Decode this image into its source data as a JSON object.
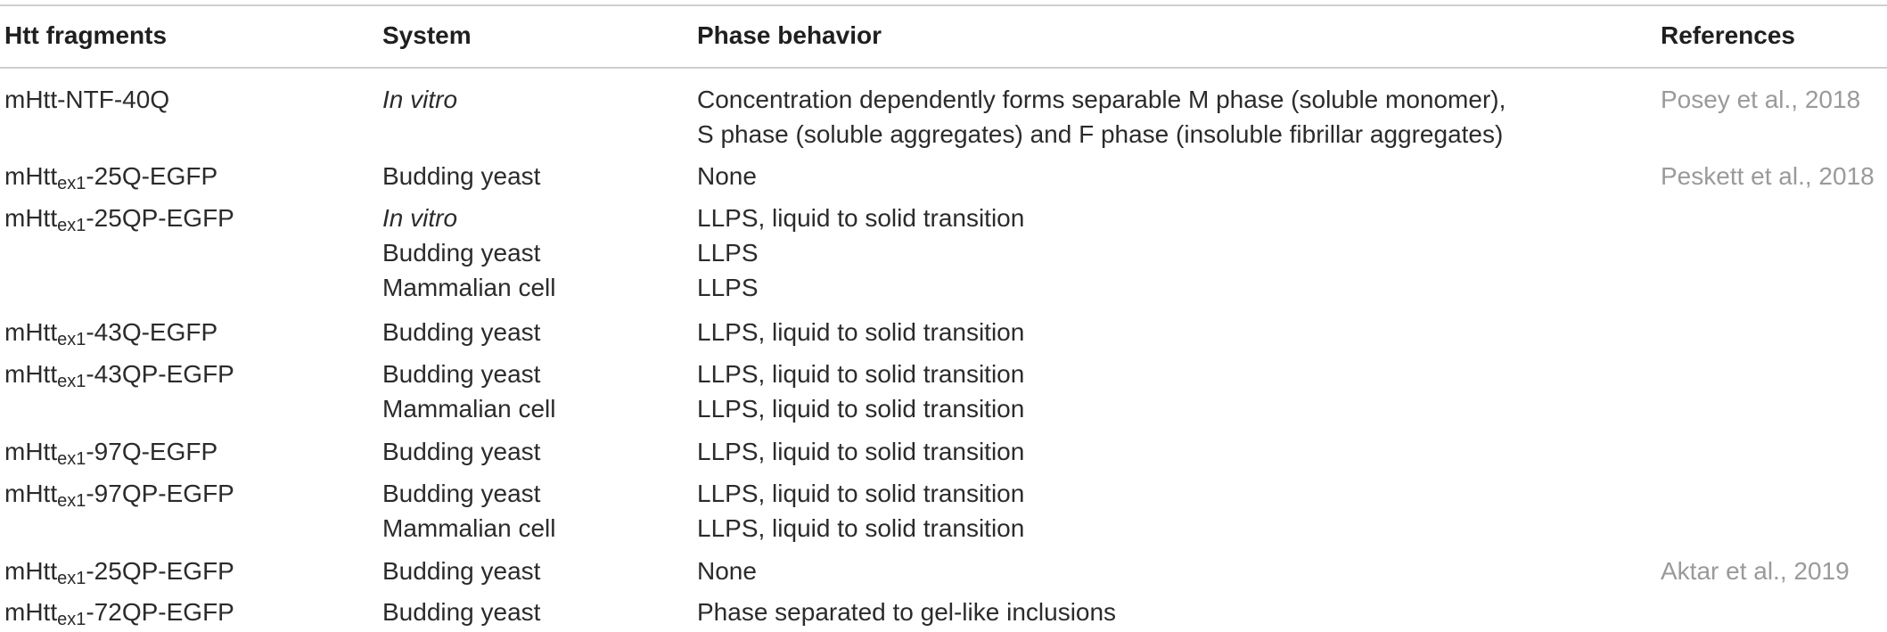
{
  "columns": {
    "fragment": "Htt fragments",
    "system": "System",
    "phase": "Phase behavior",
    "references": "References"
  },
  "rows": [
    {
      "frag_prefix": "mHtt-NTF-40Q",
      "frag_sub": "",
      "frag_suffix": "",
      "systems": [
        "In vitro"
      ],
      "systems_italic": [
        true
      ],
      "phases": [
        "Concentration dependently forms separable M phase (soluble monomer),",
        "S phase (soluble aggregates) and F phase (insoluble fibrillar aggregates)"
      ],
      "reference": "Posey et al., 2018"
    },
    {
      "frag_prefix": "mHtt",
      "frag_sub": "ex1",
      "frag_suffix": "-25Q-EGFP",
      "systems": [
        "Budding yeast"
      ],
      "systems_italic": [
        false
      ],
      "phases": [
        "None"
      ],
      "reference": "Peskett et al., 2018"
    },
    {
      "frag_prefix": "mHtt",
      "frag_sub": "ex1",
      "frag_suffix": "-25QP-EGFP",
      "systems": [
        "In vitro",
        "Budding yeast",
        "Mammalian cell"
      ],
      "systems_italic": [
        true,
        false,
        false
      ],
      "phases": [
        "LLPS, liquid to solid transition",
        "LLPS",
        "LLPS"
      ],
      "reference": ""
    },
    {
      "frag_prefix": "mHtt",
      "frag_sub": "ex1",
      "frag_suffix": "-43Q-EGFP",
      "systems": [
        "Budding yeast"
      ],
      "systems_italic": [
        false
      ],
      "phases": [
        "LLPS, liquid to solid transition"
      ],
      "reference": ""
    },
    {
      "frag_prefix": "mHtt",
      "frag_sub": "ex1",
      "frag_suffix": "-43QP-EGFP",
      "systems": [
        "Budding yeast",
        "Mammalian cell"
      ],
      "systems_italic": [
        false,
        false
      ],
      "phases": [
        "LLPS, liquid to solid transition",
        "LLPS, liquid to solid transition"
      ],
      "reference": ""
    },
    {
      "frag_prefix": "mHtt",
      "frag_sub": "ex1",
      "frag_suffix": "-97Q-EGFP",
      "systems": [
        "Budding yeast"
      ],
      "systems_italic": [
        false
      ],
      "phases": [
        "LLPS, liquid to solid transition"
      ],
      "reference": ""
    },
    {
      "frag_prefix": "mHtt",
      "frag_sub": "ex1",
      "frag_suffix": "-97QP-EGFP",
      "systems": [
        "Budding yeast",
        "Mammalian cell"
      ],
      "systems_italic": [
        false,
        false
      ],
      "phases": [
        "LLPS, liquid to solid transition",
        "LLPS, liquid to solid transition"
      ],
      "reference": ""
    },
    {
      "frag_prefix": "mHtt",
      "frag_sub": "ex1",
      "frag_suffix": "-25QP-EGFP",
      "systems": [
        "Budding yeast"
      ],
      "systems_italic": [
        false
      ],
      "phases": [
        "None"
      ],
      "reference": "Aktar et al., 2019"
    },
    {
      "frag_prefix": "mHtt",
      "frag_sub": "ex1",
      "frag_suffix": "-72QP-EGFP",
      "systems": [
        "Budding yeast"
      ],
      "systems_italic": [
        false
      ],
      "phases": [
        "Phase separated to gel-like inclusions"
      ],
      "reference": ""
    }
  ],
  "colors": {
    "text": "#2b2b2b",
    "header_text": "#1f1f1f",
    "reference_text": "#9a9a9a",
    "rule": "#cfcfcf"
  }
}
